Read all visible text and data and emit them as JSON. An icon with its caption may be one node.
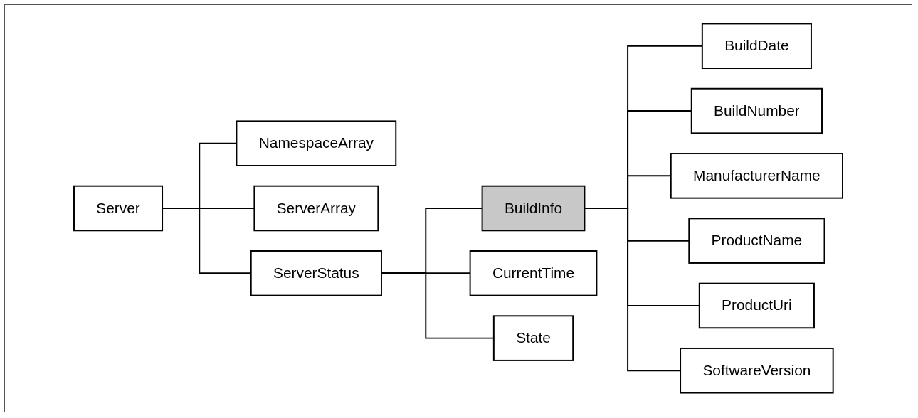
{
  "diagram": {
    "nodes": [
      {
        "text": [
          "Server"
        ]
      },
      {
        "text": [
          "NamespaceArray"
        ]
      },
      {
        "text": [
          "ServerArray"
        ]
      },
      {
        "text": [
          "ServerStatus"
        ]
      },
      {
        "text": [
          "BuildInfo"
        ]
      },
      {
        "text": [
          "CurrentTime"
        ]
      },
      {
        "text": [
          "State"
        ]
      },
      {
        "text": [
          "BuildDate"
        ]
      },
      {
        "text": [
          "BuildNumber"
        ]
      },
      {
        "text": [
          "ManufacturerName"
        ]
      },
      {
        "text": [
          "ProductName"
        ]
      },
      {
        "text": [
          "ProductUri"
        ]
      },
      {
        "text": [
          "SoftwareVersion"
        ]
      }
    ],
    "edges": [
      {
        "from": 0,
        "to": 1,
        "arrow": "none"
      },
      {
        "from": 0,
        "to": 2,
        "arrow": "none"
      },
      {
        "from": 0,
        "to": 3,
        "arrow": "none"
      },
      {
        "from": 3,
        "to": 4,
        "arrow": "none"
      },
      {
        "from": 3,
        "to": 5,
        "arrow": "none"
      },
      {
        "from": 3,
        "to": 6,
        "arrow": "none"
      },
      {
        "from": 4,
        "to": 7,
        "arrow": "none"
      },
      {
        "from": 4,
        "to": 8,
        "arrow": "none"
      },
      {
        "from": 4,
        "to": 9,
        "arrow": "none"
      },
      {
        "from": 4,
        "to": 10,
        "arrow": "none"
      },
      {
        "from": 4,
        "to": 11,
        "arrow": "none"
      },
      {
        "from": 4,
        "to": 12,
        "arrow": "none"
      }
    ]
  }
}
